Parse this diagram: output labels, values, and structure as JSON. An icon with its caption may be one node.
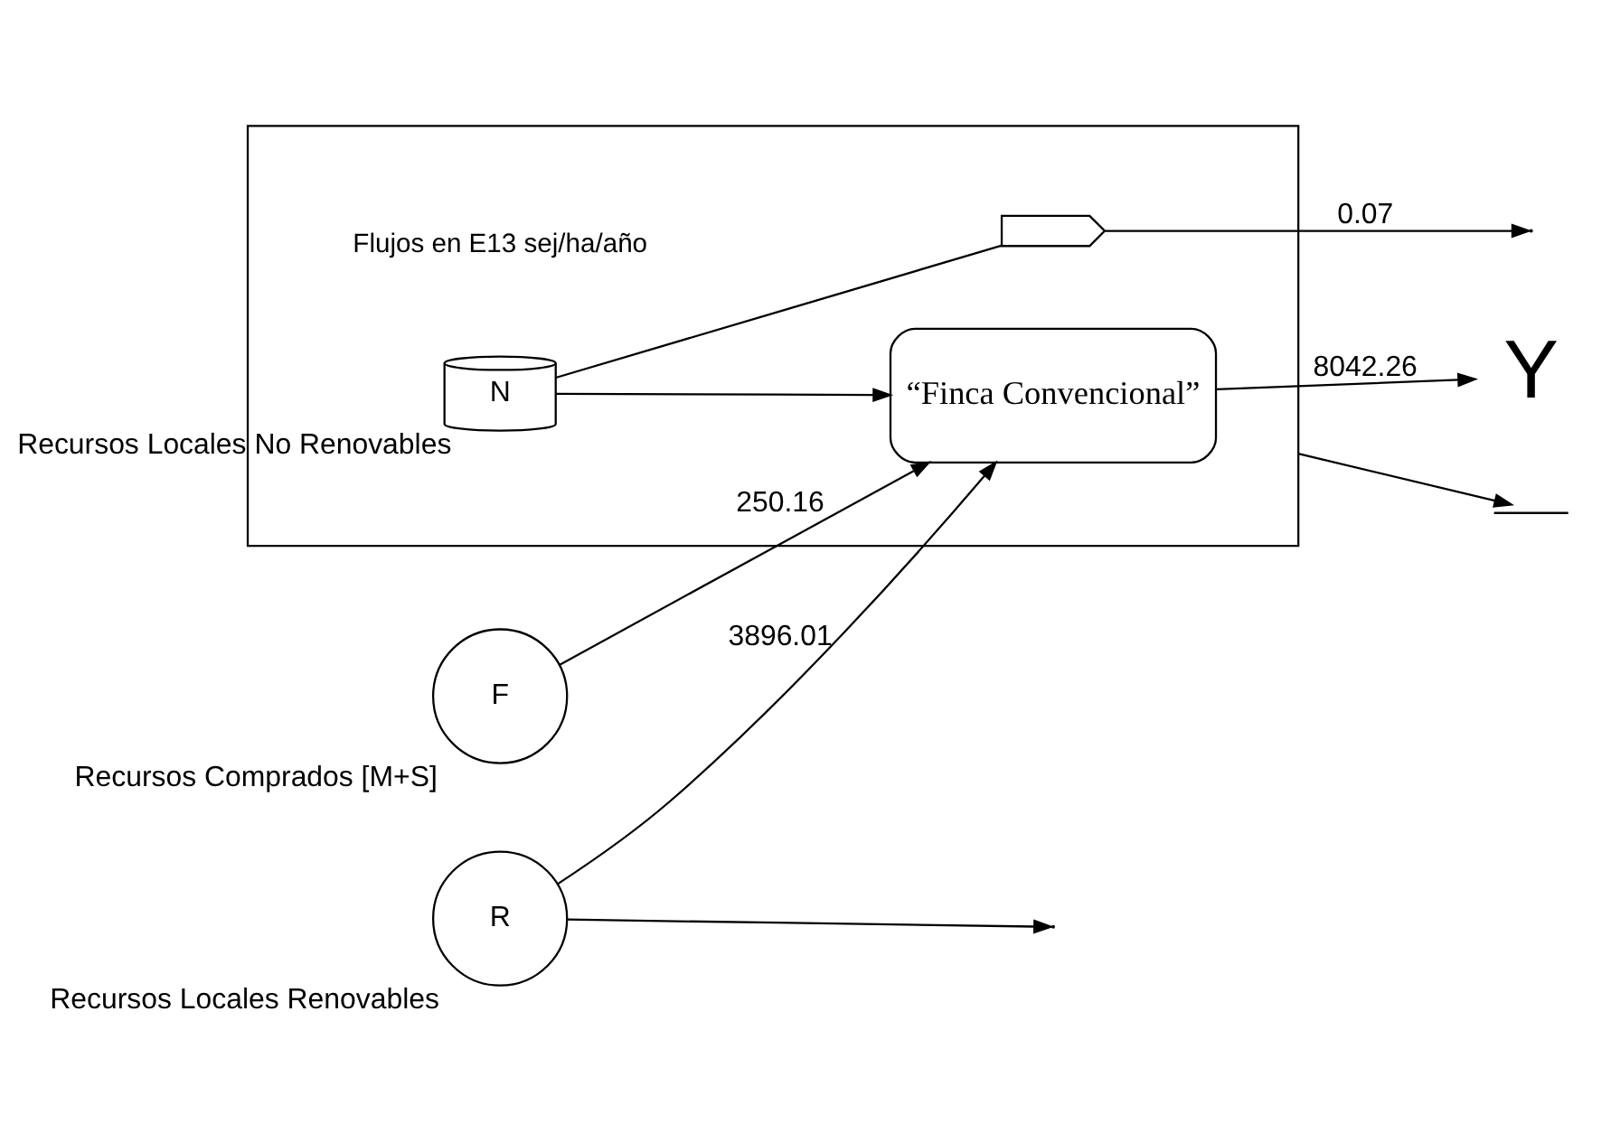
{
  "diagram": {
    "nodes": [
      {
        "text": [],
        "shape": "box"
      },
      {
        "text": [
          "F"
        ],
        "beside": [
          "Recursos Comprados [M+S]"
        ]
      },
      {
        "text": [
          "R"
        ],
        "beside": [
          "Recursos Locales Renovables"
        ]
      },
      {
        "text": [
          "N"
        ],
        "beside": [
          "Recursos Locales No Renovables"
        ],
        "in": 0
      },
      {
        "text": [],
        "shape": "arrow",
        "in": 0
      },
      {
        "text": [
          "“Finca Convencional”"
        ],
        "in": 0
      },
      {
        "text": [
          "Y"
        ]
      },
      {
        "text": [],
        "shape": "bar"
      }
    ],
    "edges": [
      {
        "from": 1,
        "to": 5,
        "arrow": "to",
        "label": "250.16"
      },
      {
        "from": 3,
        "to": 4,
        "arrow": "none"
      },
      {
        "from": 4,
        "to": null,
        "arrow": "to",
        "label": "0.07"
      },
      {
        "from": 3,
        "to": 5,
        "arrow": "to"
      },
      {
        "from": 2,
        "to": 5,
        "arrow": "to",
        "label": "3896.01"
      },
      {
        "from": 2,
        "to": null,
        "arrow": "to"
      },
      {
        "from": 5,
        "to": 6,
        "arrow": "to",
        "label": "8042.26"
      },
      {
        "from": 0,
        "to": 7,
        "arrow": "to"
      }
    ],
    "labels": [
      "Flujos en E13 sej/ha/año"
    ]
  }
}
